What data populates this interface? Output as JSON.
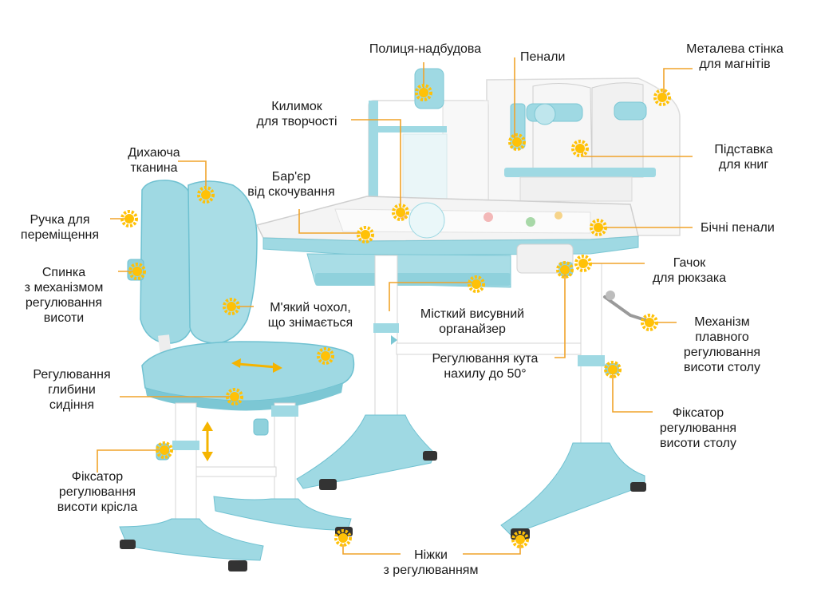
{
  "colors": {
    "accent": "#f5a623",
    "sun": "#ffc107",
    "sun_dot": "#ffd54f",
    "blue": "#9fd9e3",
    "blue_dark": "#6fc1d1",
    "frame": "#ececec",
    "line": "#f0a32a"
  },
  "callouts": [
    {
      "id": "shelf",
      "text": "Полиця-надбудова"
    },
    {
      "id": "pencil",
      "text": "Пенали"
    },
    {
      "id": "metal",
      "text": "Металева стінка\nдля магнітів"
    },
    {
      "id": "mat",
      "text": "Килимок\nдля творчості"
    },
    {
      "id": "bookstand",
      "text": "Підставка\nдля книг"
    },
    {
      "id": "fabric",
      "text": "Дихаюча\nтканина"
    },
    {
      "id": "barrier",
      "text": "Бар'єр\nвід скочування"
    },
    {
      "id": "sidecases",
      "text": "Бічні пенали"
    },
    {
      "id": "handle",
      "text": "Ручка для\nпереміщення"
    },
    {
      "id": "hook",
      "text": "Гачок\nдля рюкзака"
    },
    {
      "id": "back",
      "text": "Спинка\nз механізмом\nрегулювання\nвисоти"
    },
    {
      "id": "cover",
      "text": "М'який чохол,\nщо знімається"
    },
    {
      "id": "drawer",
      "text": "Місткий висувний\nорганайзер"
    },
    {
      "id": "lift",
      "text": "Механізм\nплавного\nрегулювання\nвисоти столу"
    },
    {
      "id": "depth",
      "text": "Регулювання\nглибини\nсидіння"
    },
    {
      "id": "tilt",
      "text": "Регулювання кута\nнахилу до 50°"
    },
    {
      "id": "tablelock",
      "text": "Фіксатор\nрегулювання\nвисоти столу"
    },
    {
      "id": "chairlock",
      "text": "Фіксатор\nрегулювання\nвисоти крісла"
    },
    {
      "id": "legs",
      "text": "Ніжки\nз регулюванням"
    }
  ]
}
